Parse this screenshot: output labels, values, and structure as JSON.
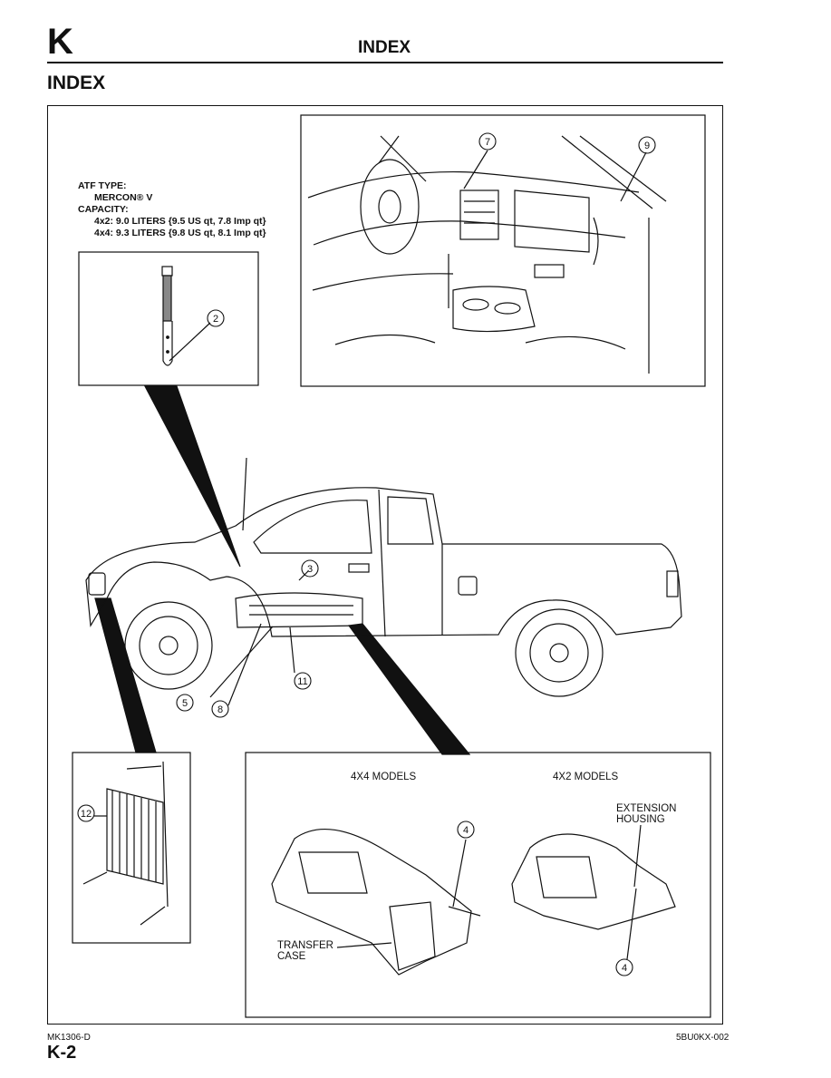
{
  "header": {
    "section_letter": "K",
    "title": "INDEX"
  },
  "page_title": "INDEX",
  "fluid_info": {
    "atf_type_label": "ATF TYPE:",
    "atf_type_value": "MERCON® V",
    "capacity_label": "CAPACITY:",
    "capacity_4x2": "4x2: 9.0 LITERS {9.5 US qt, 7.8 Imp qt}",
    "capacity_4x4": "4x4: 9.3 LITERS {9.8 US qt, 8.1 Imp qt}"
  },
  "callouts": {
    "c2": "2",
    "c3": "3",
    "c4a": "4",
    "c4b": "4",
    "c5": "5",
    "c7": "7",
    "c8": "8",
    "c9": "9",
    "c11": "11",
    "c12": "12"
  },
  "transmission_panel": {
    "label_4x4": "4X4 MODELS",
    "label_4x2": "4X2 MODELS",
    "extension_line1": "EXTENSION",
    "extension_line2": "HOUSING",
    "transfer_line1": "TRANSFER",
    "transfer_line2": "CASE"
  },
  "footer": {
    "doc_code": "MK1306-D",
    "figure_code": "5BU0KX-002",
    "page_number": "K-2"
  }
}
